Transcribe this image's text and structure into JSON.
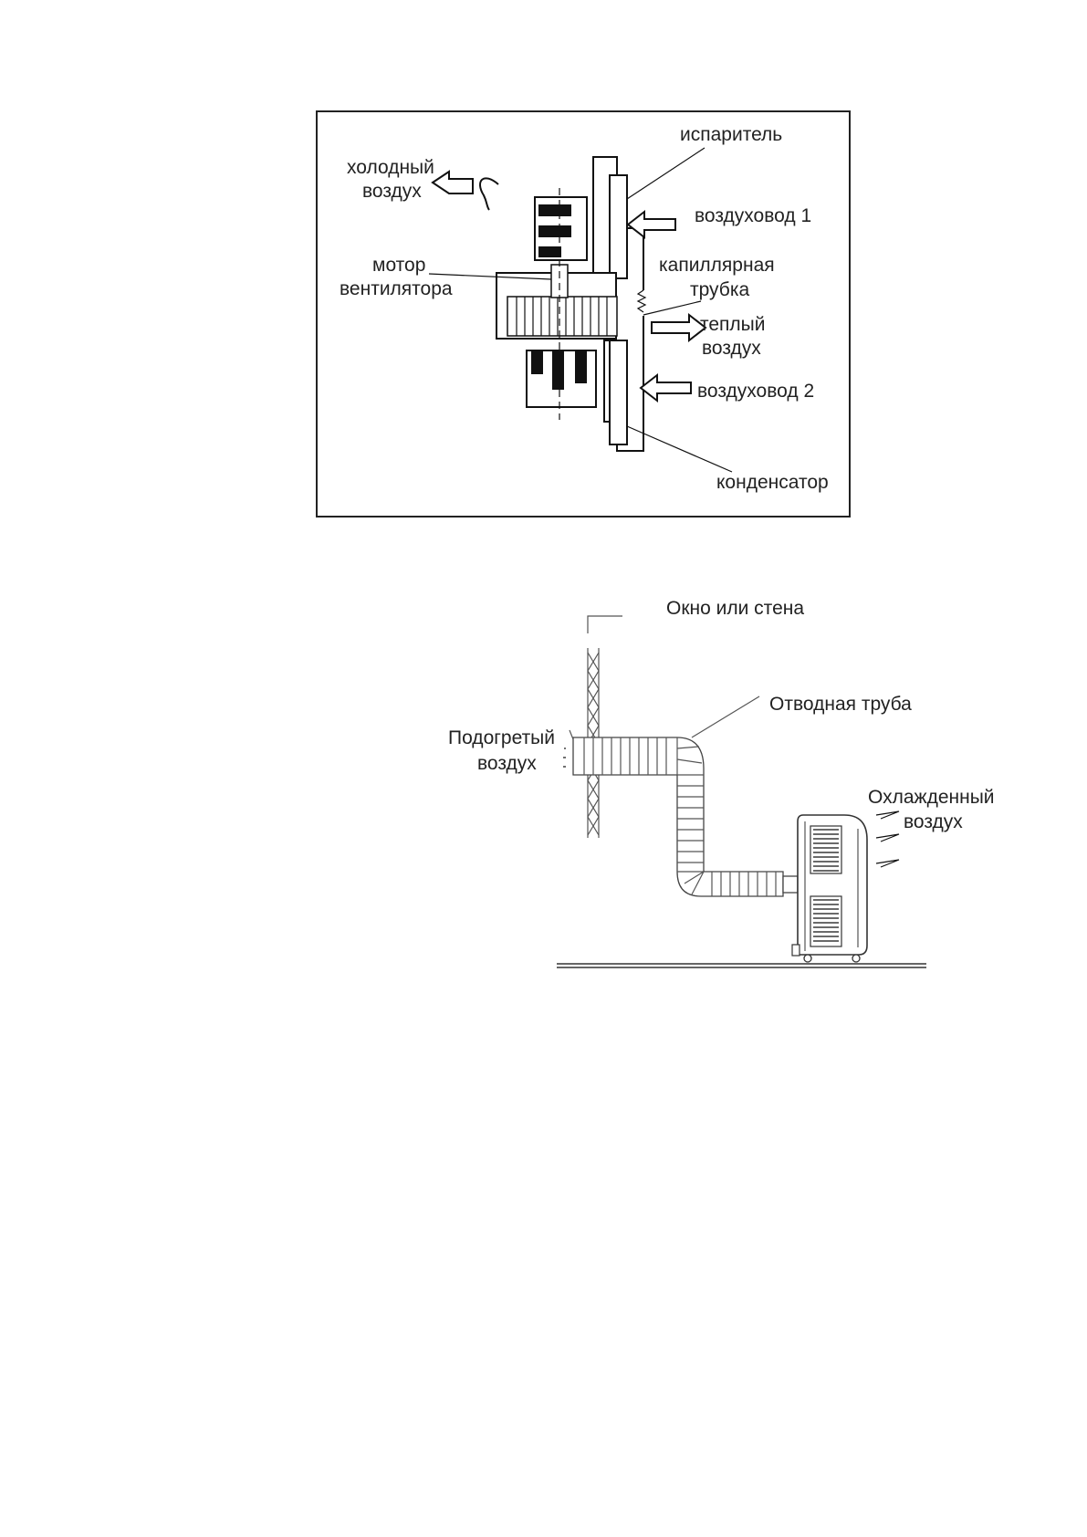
{
  "diagram1": {
    "labels": {
      "evaporator": "испаритель",
      "cold_air_line1": "холодный",
      "cold_air_line2": "воздух",
      "duct1": "воздуховод 1",
      "fan_motor_line1": "мотор",
      "fan_motor_line2": "вентилятора",
      "capillary_line1": "капиллярная",
      "capillary_line2": "трубка",
      "warm_air_line1": "теплый",
      "warm_air_line2": "воздух",
      "duct2": "воздуховод 2",
      "condenser": "конденсатор"
    }
  },
  "diagram2": {
    "labels": {
      "window_or_wall": "Окно или стена",
      "exhaust_pipe": "Отводная труба",
      "heated_air_line1": "Подогретый",
      "heated_air_line2": "воздух",
      "cooled_air_line1": "Охлажденный",
      "cooled_air_line2": "воздух"
    }
  }
}
